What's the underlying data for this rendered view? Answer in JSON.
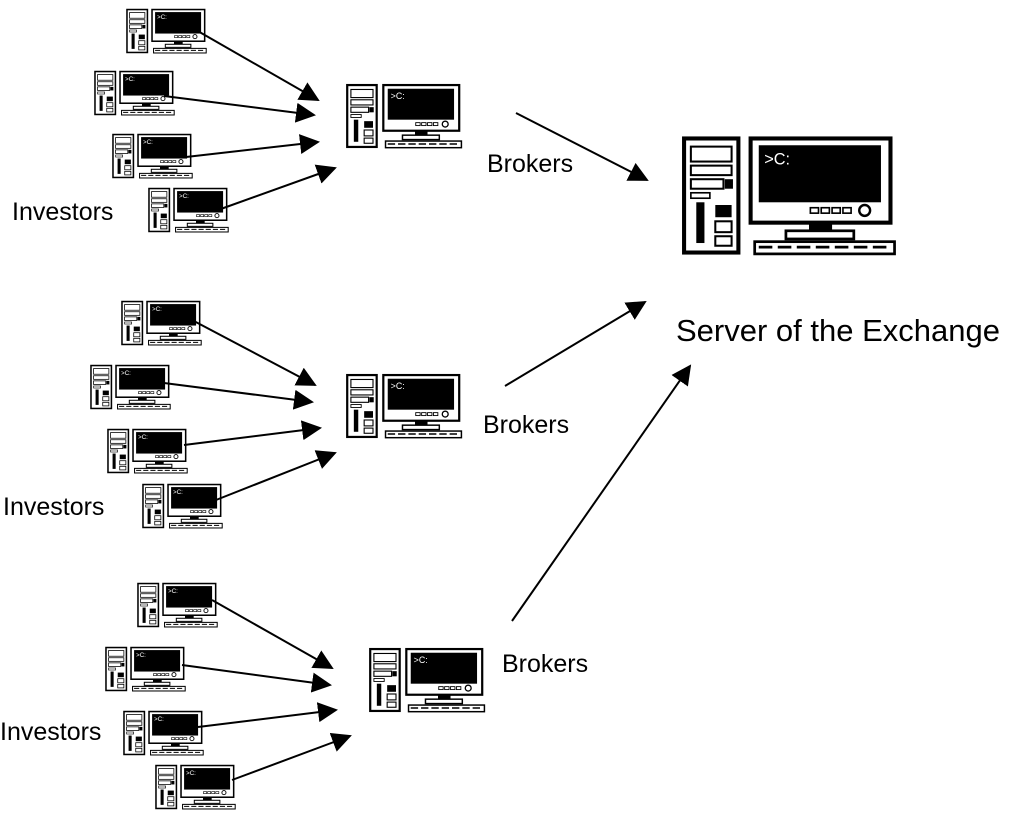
{
  "labels": {
    "investors": "Investors",
    "brokers": "Brokers",
    "server": "Server of the Exchange"
  },
  "screen_prompt": ">C:",
  "colors": {
    "ink": "#000000",
    "paper": "#ffffff"
  },
  "icons": {
    "computer": "desktop-computer-icon",
    "connection": "arrow-icon"
  },
  "groups": [
    {
      "investors_label": "Investors",
      "brokers_label": "Brokers",
      "investor_count": 4
    },
    {
      "investors_label": "Investors",
      "brokers_label": "Brokers",
      "investor_count": 4
    },
    {
      "investors_label": "Investors",
      "brokers_label": "Brokers",
      "investor_count": 4
    }
  ]
}
